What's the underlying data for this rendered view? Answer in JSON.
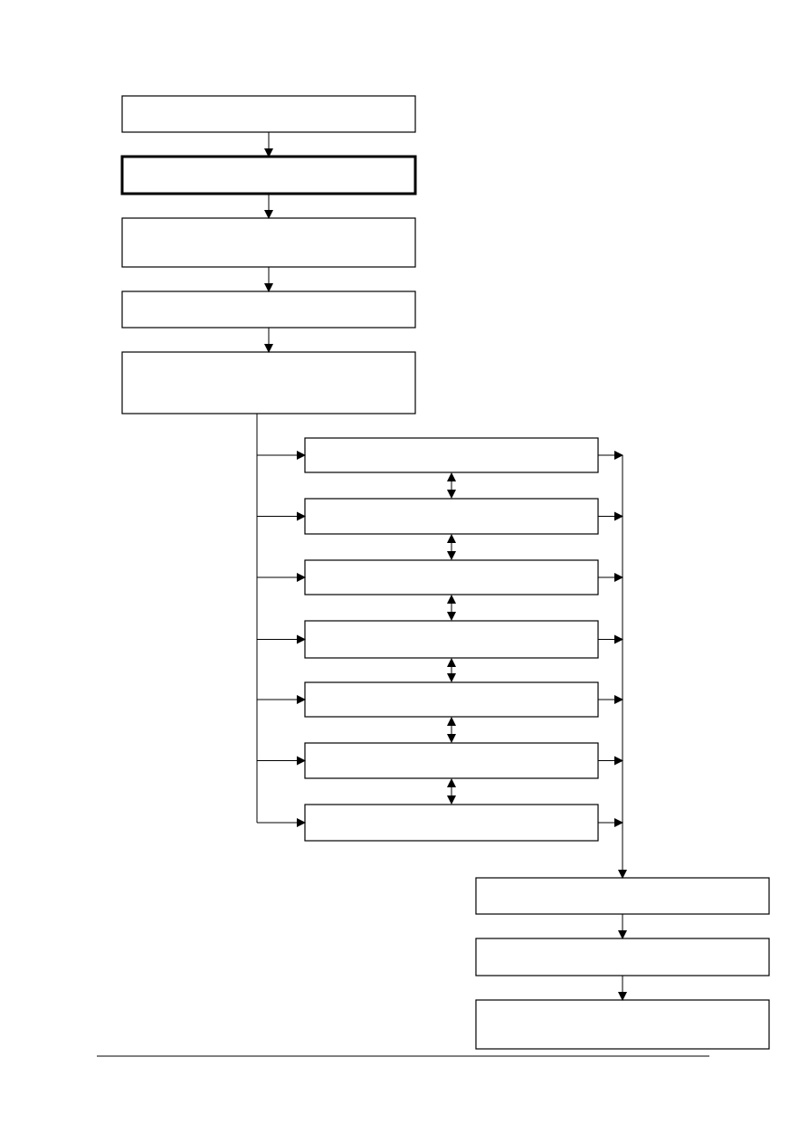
{
  "diagram": {
    "line_color": "#000000",
    "box_fill": "#ffffff",
    "main_sequence": [
      {
        "id": "step-1",
        "label": "",
        "emphasized": false
      },
      {
        "id": "step-2",
        "label": "",
        "emphasized": true
      },
      {
        "id": "step-3",
        "label": "",
        "emphasized": false
      },
      {
        "id": "step-4",
        "label": "",
        "emphasized": false
      },
      {
        "id": "step-5",
        "label": "",
        "emphasized": false
      }
    ],
    "parallel_branches": [
      {
        "id": "branch-1",
        "label": ""
      },
      {
        "id": "branch-2",
        "label": ""
      },
      {
        "id": "branch-3",
        "label": ""
      },
      {
        "id": "branch-4",
        "label": ""
      },
      {
        "id": "branch-5",
        "label": ""
      },
      {
        "id": "branch-6",
        "label": ""
      },
      {
        "id": "branch-7",
        "label": ""
      }
    ],
    "final_sequence": [
      {
        "id": "final-1",
        "label": ""
      },
      {
        "id": "final-2",
        "label": ""
      },
      {
        "id": "final-3",
        "label": ""
      }
    ],
    "footer_rule": true
  }
}
